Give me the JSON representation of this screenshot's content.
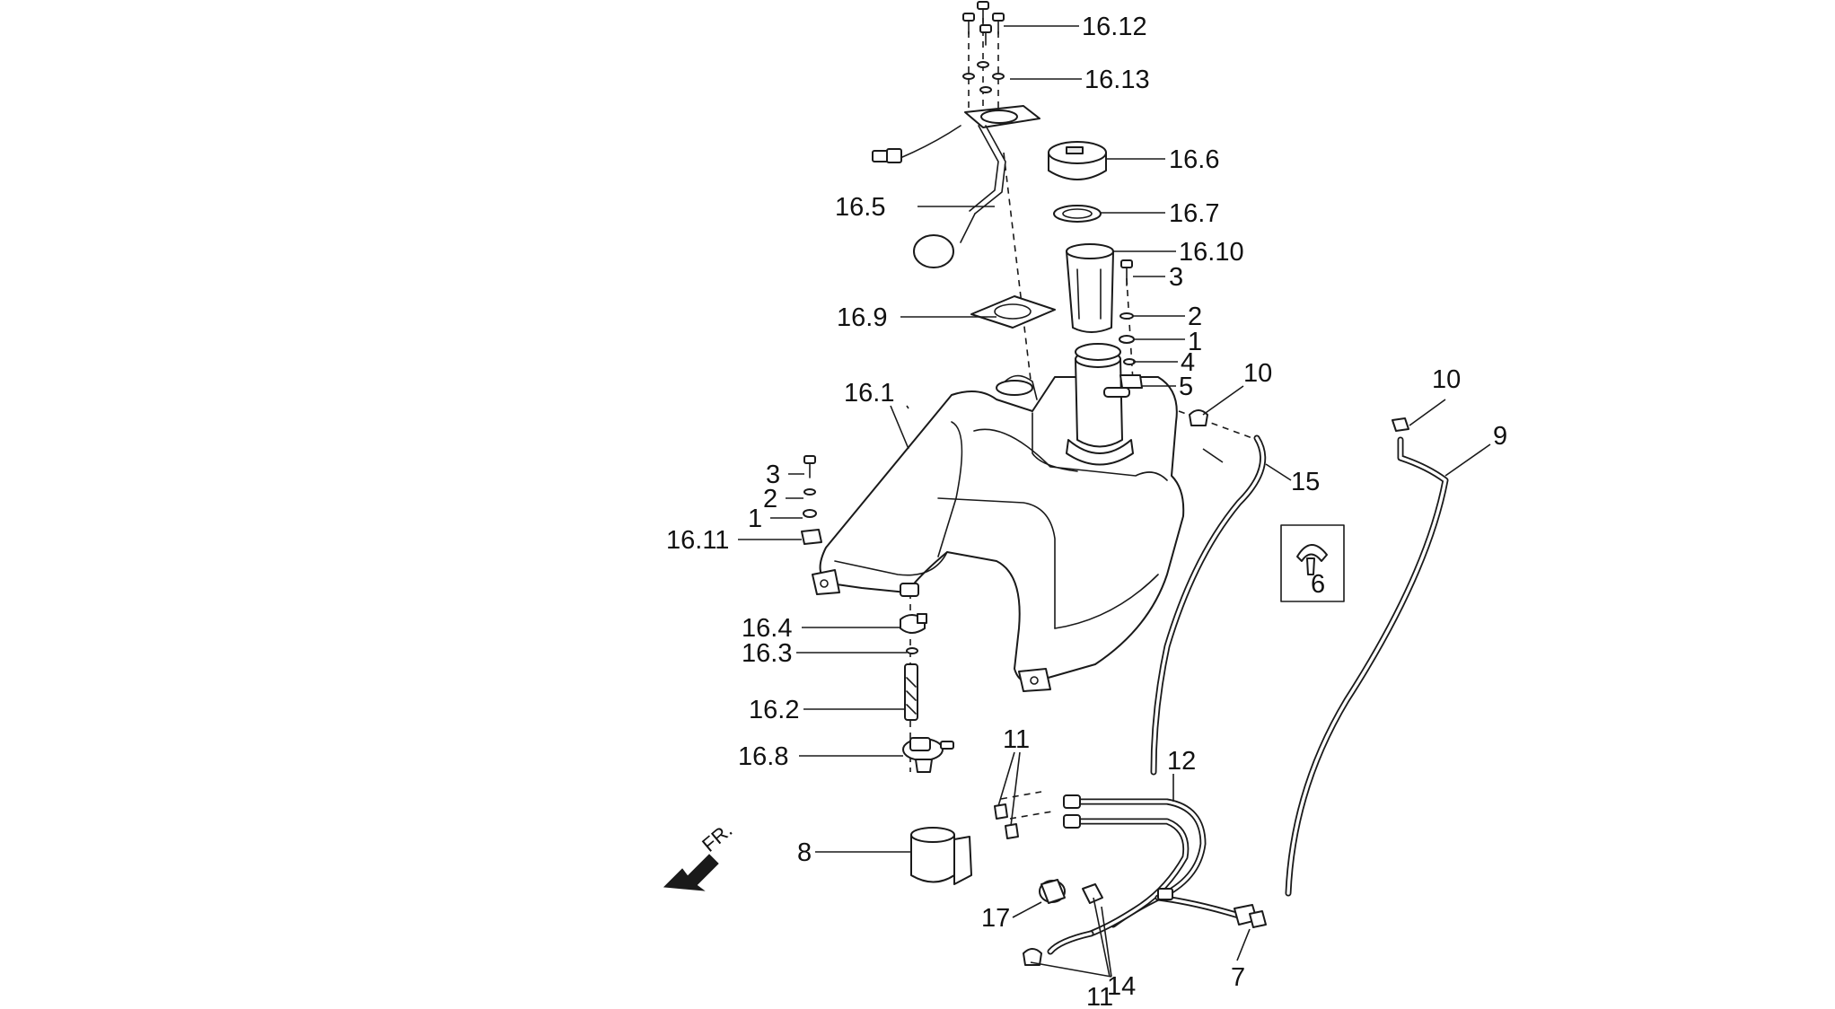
{
  "diagram": {
    "front_direction_label": "FR.",
    "callouts": [
      {
        "id": "c-16-12",
        "label": "16.12"
      },
      {
        "id": "c-16-13",
        "label": "16.13"
      },
      {
        "id": "c-16-6",
        "label": "16.6"
      },
      {
        "id": "c-16-7",
        "label": "16.7"
      },
      {
        "id": "c-16-10",
        "label": "16.10"
      },
      {
        "id": "c-16-5",
        "label": "16.5"
      },
      {
        "id": "c-3-right",
        "label": "3"
      },
      {
        "id": "c-2-right",
        "label": "2"
      },
      {
        "id": "c-1-right",
        "label": "1"
      },
      {
        "id": "c-4",
        "label": "4"
      },
      {
        "id": "c-5",
        "label": "5"
      },
      {
        "id": "c-16-9",
        "label": "16.9"
      },
      {
        "id": "c-16-1",
        "label": "16.1"
      },
      {
        "id": "c-10-mid",
        "label": "10"
      },
      {
        "id": "c-10-right",
        "label": "10"
      },
      {
        "id": "c-9",
        "label": "9"
      },
      {
        "id": "c-15",
        "label": "15"
      },
      {
        "id": "c-6",
        "label": "6"
      },
      {
        "id": "c-3-left",
        "label": "3"
      },
      {
        "id": "c-2-left",
        "label": "2"
      },
      {
        "id": "c-1-left",
        "label": "1"
      },
      {
        "id": "c-16-11",
        "label": "16.11"
      },
      {
        "id": "c-16-4",
        "label": "16.4"
      },
      {
        "id": "c-16-3",
        "label": "16.3"
      },
      {
        "id": "c-16-2",
        "label": "16.2"
      },
      {
        "id": "c-16-8",
        "label": "16.8"
      },
      {
        "id": "c-11-top",
        "label": "11"
      },
      {
        "id": "c-12",
        "label": "12"
      },
      {
        "id": "c-8",
        "label": "8"
      },
      {
        "id": "c-17",
        "label": "17"
      },
      {
        "id": "c-14",
        "label": "14"
      },
      {
        "id": "c-7",
        "label": "7"
      },
      {
        "id": "c-11-bottom",
        "label": "11"
      }
    ]
  }
}
